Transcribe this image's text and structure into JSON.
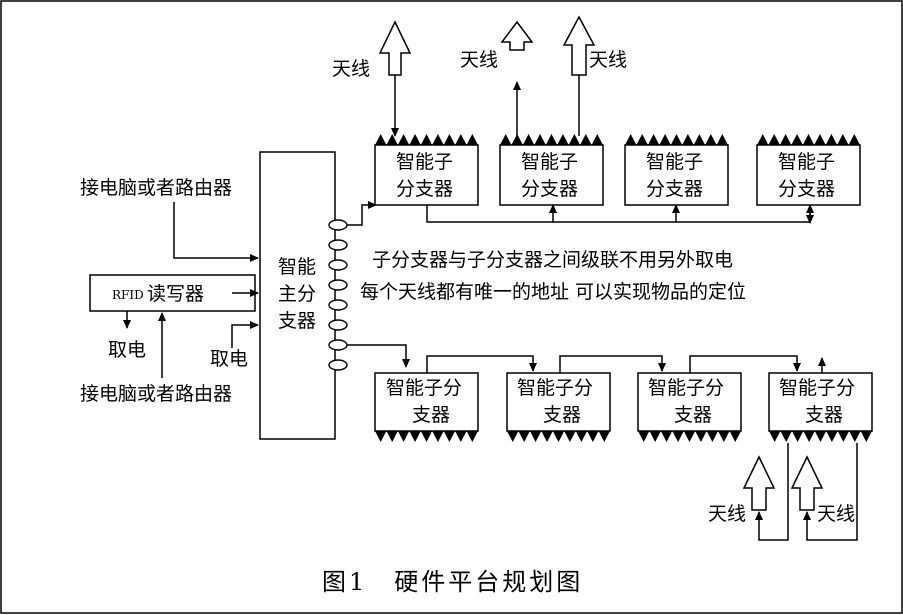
{
  "antenna_label": "天线",
  "computer_label": "接电脑或者路由器",
  "power_label": "取电",
  "rfid": {
    "prefix": "RFID",
    "name": "读写器"
  },
  "main_splitter": [
    "智能",
    "主分",
    "支器"
  ],
  "sub_splitter_top": [
    "智能子",
    "分支器"
  ],
  "sub_splitter_bottom": [
    "智能子分",
    "支器"
  ],
  "notes": {
    "line1": "子分支器与子分支器之间级联不用另外取电",
    "line2": "每个天线都有唯一的地址 可以实现物品的定位"
  },
  "caption": "图1　硬件平台规划图"
}
